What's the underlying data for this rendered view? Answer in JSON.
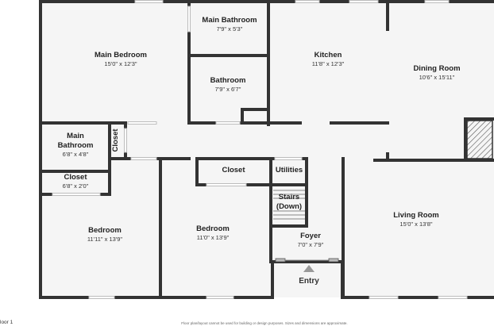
{
  "floor_label": "loor 1",
  "disclaimer": "Floor plan/layout cannot be used for building or design purposes. Sizes and dimensions are approximate.",
  "entry_label": "Entry",
  "rooms": {
    "main_bedroom": {
      "name": "Main Bedroom",
      "dims": "15'0\" x 12'3\""
    },
    "main_bathroom_top": {
      "name": "Main Bathroom",
      "dims": "7'9\" x 5'3\""
    },
    "bathroom": {
      "name": "Bathroom",
      "dims": "7'9\" x 6'7\""
    },
    "kitchen": {
      "name": "Kitchen",
      "dims": "11'8\" x 12'3\""
    },
    "dining_room": {
      "name": "Dining Room",
      "dims": "10'6\" x 15'11\""
    },
    "main_bathroom_left": {
      "name_line1": "Main",
      "name_line2": "Bathroom",
      "dims": "6'8\" x 4'8\""
    },
    "closet_vertical": {
      "name": "Closet"
    },
    "closet_left": {
      "name": "Closet",
      "dims": "6'8\" x 2'0\""
    },
    "closet_center": {
      "name": "Closet"
    },
    "utilities": {
      "name": "Utilities"
    },
    "stairs": {
      "name_line1": "Stairs",
      "name_line2": "(Down)"
    },
    "foyer": {
      "name": "Foyer",
      "dims": "7'0\" x 7'9\""
    },
    "bedroom_left": {
      "name": "Bedroom",
      "dims": "11'11\" x 13'9\""
    },
    "bedroom_center": {
      "name": "Bedroom",
      "dims": "11'0\" x 13'9\""
    },
    "living_room": {
      "name": "Living Room",
      "dims": "15'0\" x 13'8\""
    }
  },
  "colors": {
    "wall": "#333333",
    "floor": "#f5f5f5",
    "window": "#bcbcbc",
    "background": "#ffffff"
  }
}
